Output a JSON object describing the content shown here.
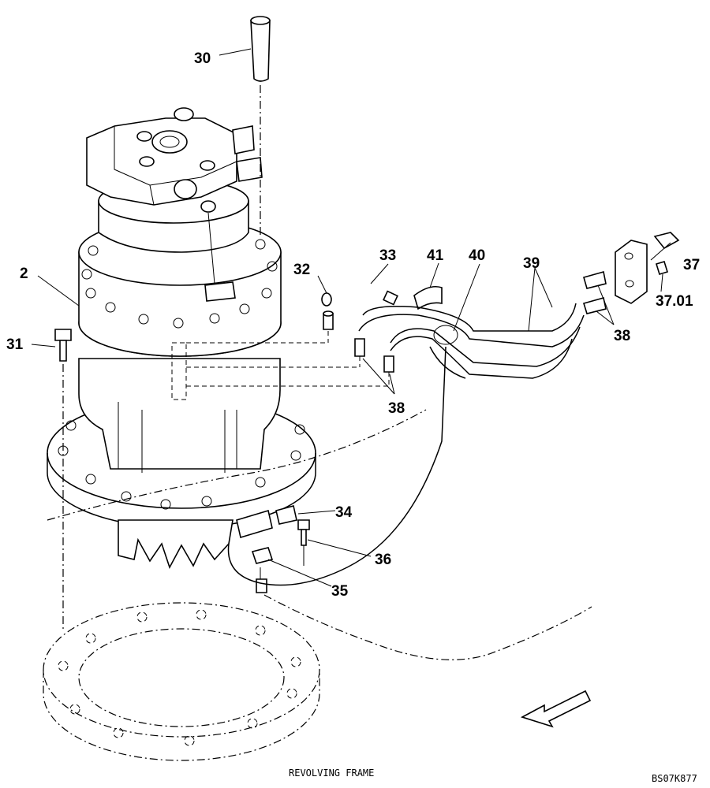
{
  "callouts": {
    "c2": "2",
    "c30": "30",
    "c31": "31",
    "c32": "32",
    "c33": "33",
    "c34": "34",
    "c35": "35",
    "c36": "36",
    "c37": "37",
    "c37_01": "37.01",
    "c38_right": "38",
    "c38_mid": "38",
    "c39": "39",
    "c40": "40",
    "c41": "41"
  },
  "caption": "REVOLVING FRAME",
  "drawing_code": "BS07K877",
  "icons": [
    "direction-arrow-icon"
  ]
}
